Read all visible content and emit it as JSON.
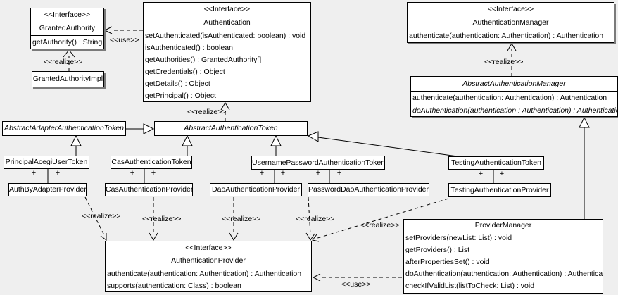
{
  "classes": {
    "granted_authority": {
      "stereotype": "<<Interface>>",
      "name": "GrantedAuthority",
      "methods": [
        "getAuthority() : String"
      ]
    },
    "granted_authority_impl": {
      "name": "GrantedAuthorityImpl"
    },
    "authentication": {
      "stereotype": "<<Interface>>",
      "name": "Authentication",
      "methods": [
        "setAuthenticated(isAuthenticated: boolean) : void",
        "isAuthenticated() : boolean",
        "getAuthorities() : GrantedAuthority[]",
        "getCredentials() : Object",
        "getDetails() : Object",
        "getPrincipal() : Object"
      ]
    },
    "authentication_manager": {
      "stereotype": "<<Interface>>",
      "name": "AuthenticationManager",
      "methods": [
        "authenticate(authentication: Authentication) : Authentication"
      ]
    },
    "abstract_authentication_manager": {
      "name": "AbstractAuthenticationManager",
      "methods": [
        "authenticate(authentication: Authentication) : Authentication",
        "doAuthentication(authentication : Authentication) : Authentication"
      ]
    },
    "abstract_adapter_authentication_token": {
      "name": "AbstractAdapterAuthenticationToken"
    },
    "abstract_authentication_token": {
      "name": "AbstractAuthenticationToken"
    },
    "principal_acegi_user_token": {
      "name": "PrincipalAcegiUserToken"
    },
    "cas_authentication_token": {
      "name": "CasAuthenticationToken"
    },
    "username_password_authentication_token": {
      "name": "UsernamePasswordAuthenticationToken"
    },
    "testing_authentication_token": {
      "name": "TestingAuthenticationToken"
    },
    "auth_by_adapter_provider": {
      "name": "AuthByAdapterProvider"
    },
    "cas_authentication_provider": {
      "name": "CasAuthenticationProvider"
    },
    "dao_authentication_provider": {
      "name": "DaoAuthenticationProvider"
    },
    "password_dao_authentication_provider": {
      "name": "PasswordDaoAuthenticationProvider"
    },
    "testing_authentication_provider": {
      "name": "TestingAuthenticationProvider"
    },
    "authentication_provider": {
      "stereotype": "<<Interface>>",
      "name": "AuthenticationProvider",
      "methods": [
        "authenticate(authentication: Authentication) : Authentication",
        "supports(authentication: Class) : boolean"
      ]
    },
    "provider_manager": {
      "name": "ProviderManager",
      "methods": [
        "setProviders(newList: List) : void",
        "getProviders() : List",
        "afterPropertiesSet() : void",
        "doAuthentication(authentication: Authentication) : Authentication",
        "checkIfValidList(listToCheck: List) : void"
      ]
    }
  },
  "labels": {
    "use": "<<use>>",
    "realize": "<<realize>>",
    "plus": "+"
  },
  "colors": {
    "background": "#efefef",
    "box_fill": "#ffffff",
    "border": "#000000",
    "shadow": "#7a7a7a"
  }
}
